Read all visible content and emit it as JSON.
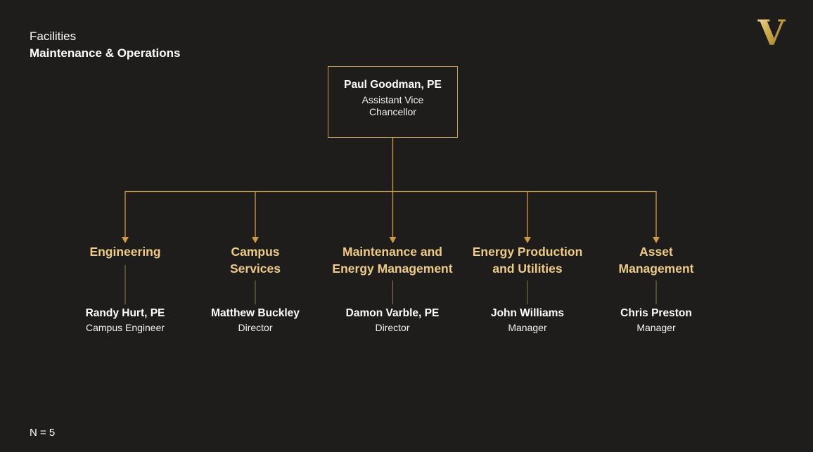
{
  "page": {
    "title_line1": "Facilities",
    "title_line2": "Maintenance & Operations",
    "footer_note": "N = 5",
    "logo_letter": "V"
  },
  "colors": {
    "background": "#1e1d1b",
    "gold_label_text": "#eecb88",
    "connector_gold": "#cf9c45",
    "thin_connector_gold": "#8d7944",
    "box_border_gold": "#c8a251",
    "text_white": "#ffffff",
    "logo_gold_light": "#ecd9a0",
    "logo_gold_dark": "#9a7a33"
  },
  "root": {
    "name": "Paul Goodman, PE",
    "title": "Assistant Vice\nChancellor"
  },
  "branches": [
    {
      "label": "Engineering",
      "person": "Randy Hurt, PE",
      "person_title": "Campus Engineer"
    },
    {
      "label": "Campus\nServices",
      "person": "Matthew Buckley",
      "person_title": "Director"
    },
    {
      "label": "Maintenance and\nEnergy Management",
      "person": "Damon Varble, PE",
      "person_title": "Director"
    },
    {
      "label": "Energy Production\nand Utilities",
      "person": "John Williams",
      "person_title": "Manager"
    },
    {
      "label": "Asset\nManagement",
      "person": "Chris Preston",
      "person_title": "Manager"
    }
  ]
}
